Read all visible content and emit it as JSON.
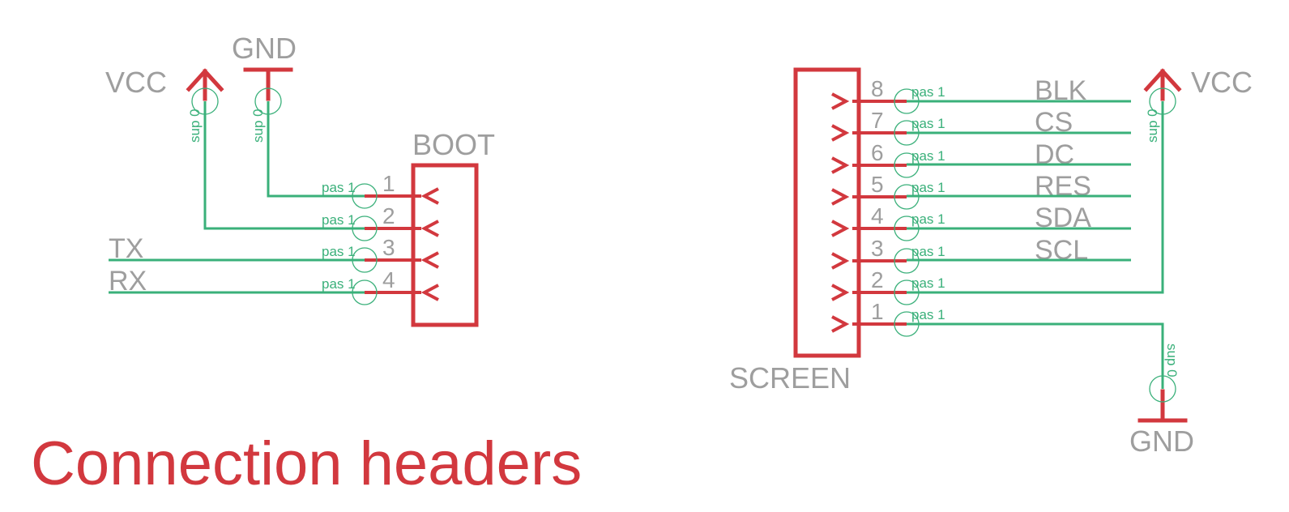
{
  "title": "Connection headers",
  "boot": {
    "name": "BOOT",
    "pins": [
      {
        "num": "1",
        "type": "pas 1"
      },
      {
        "num": "2",
        "type": "pas 1"
      },
      {
        "num": "3",
        "type": "pas 1"
      },
      {
        "num": "4",
        "type": "pas 1"
      }
    ],
    "nets": {
      "tx": "TX",
      "rx": "RX"
    }
  },
  "screen": {
    "name": "SCREEN",
    "pins": [
      {
        "num": "8",
        "type": "pas 1",
        "net": "BLK"
      },
      {
        "num": "7",
        "type": "pas 1",
        "net": "CS"
      },
      {
        "num": "6",
        "type": "pas 1",
        "net": "DC"
      },
      {
        "num": "5",
        "type": "pas 1",
        "net": "RES"
      },
      {
        "num": "4",
        "type": "pas 1",
        "net": "SDA"
      },
      {
        "num": "3",
        "type": "pas 1",
        "net": "SCL"
      },
      {
        "num": "2",
        "type": "pas 1",
        "net": ""
      },
      {
        "num": "1",
        "type": "pas 1",
        "net": ""
      }
    ]
  },
  "supplies": {
    "vcc_left": {
      "label": "VCC",
      "type": "sup 0"
    },
    "gnd_left": {
      "label": "GND",
      "type": "sup 0"
    },
    "vcc_right": {
      "label": "VCC",
      "type": "sup 0"
    },
    "gnd_right": {
      "label": "GND",
      "type": "sup 0"
    }
  },
  "colors": {
    "part": "#d2383e",
    "wire": "#3ab07a",
    "text": "#9e9e9e"
  }
}
